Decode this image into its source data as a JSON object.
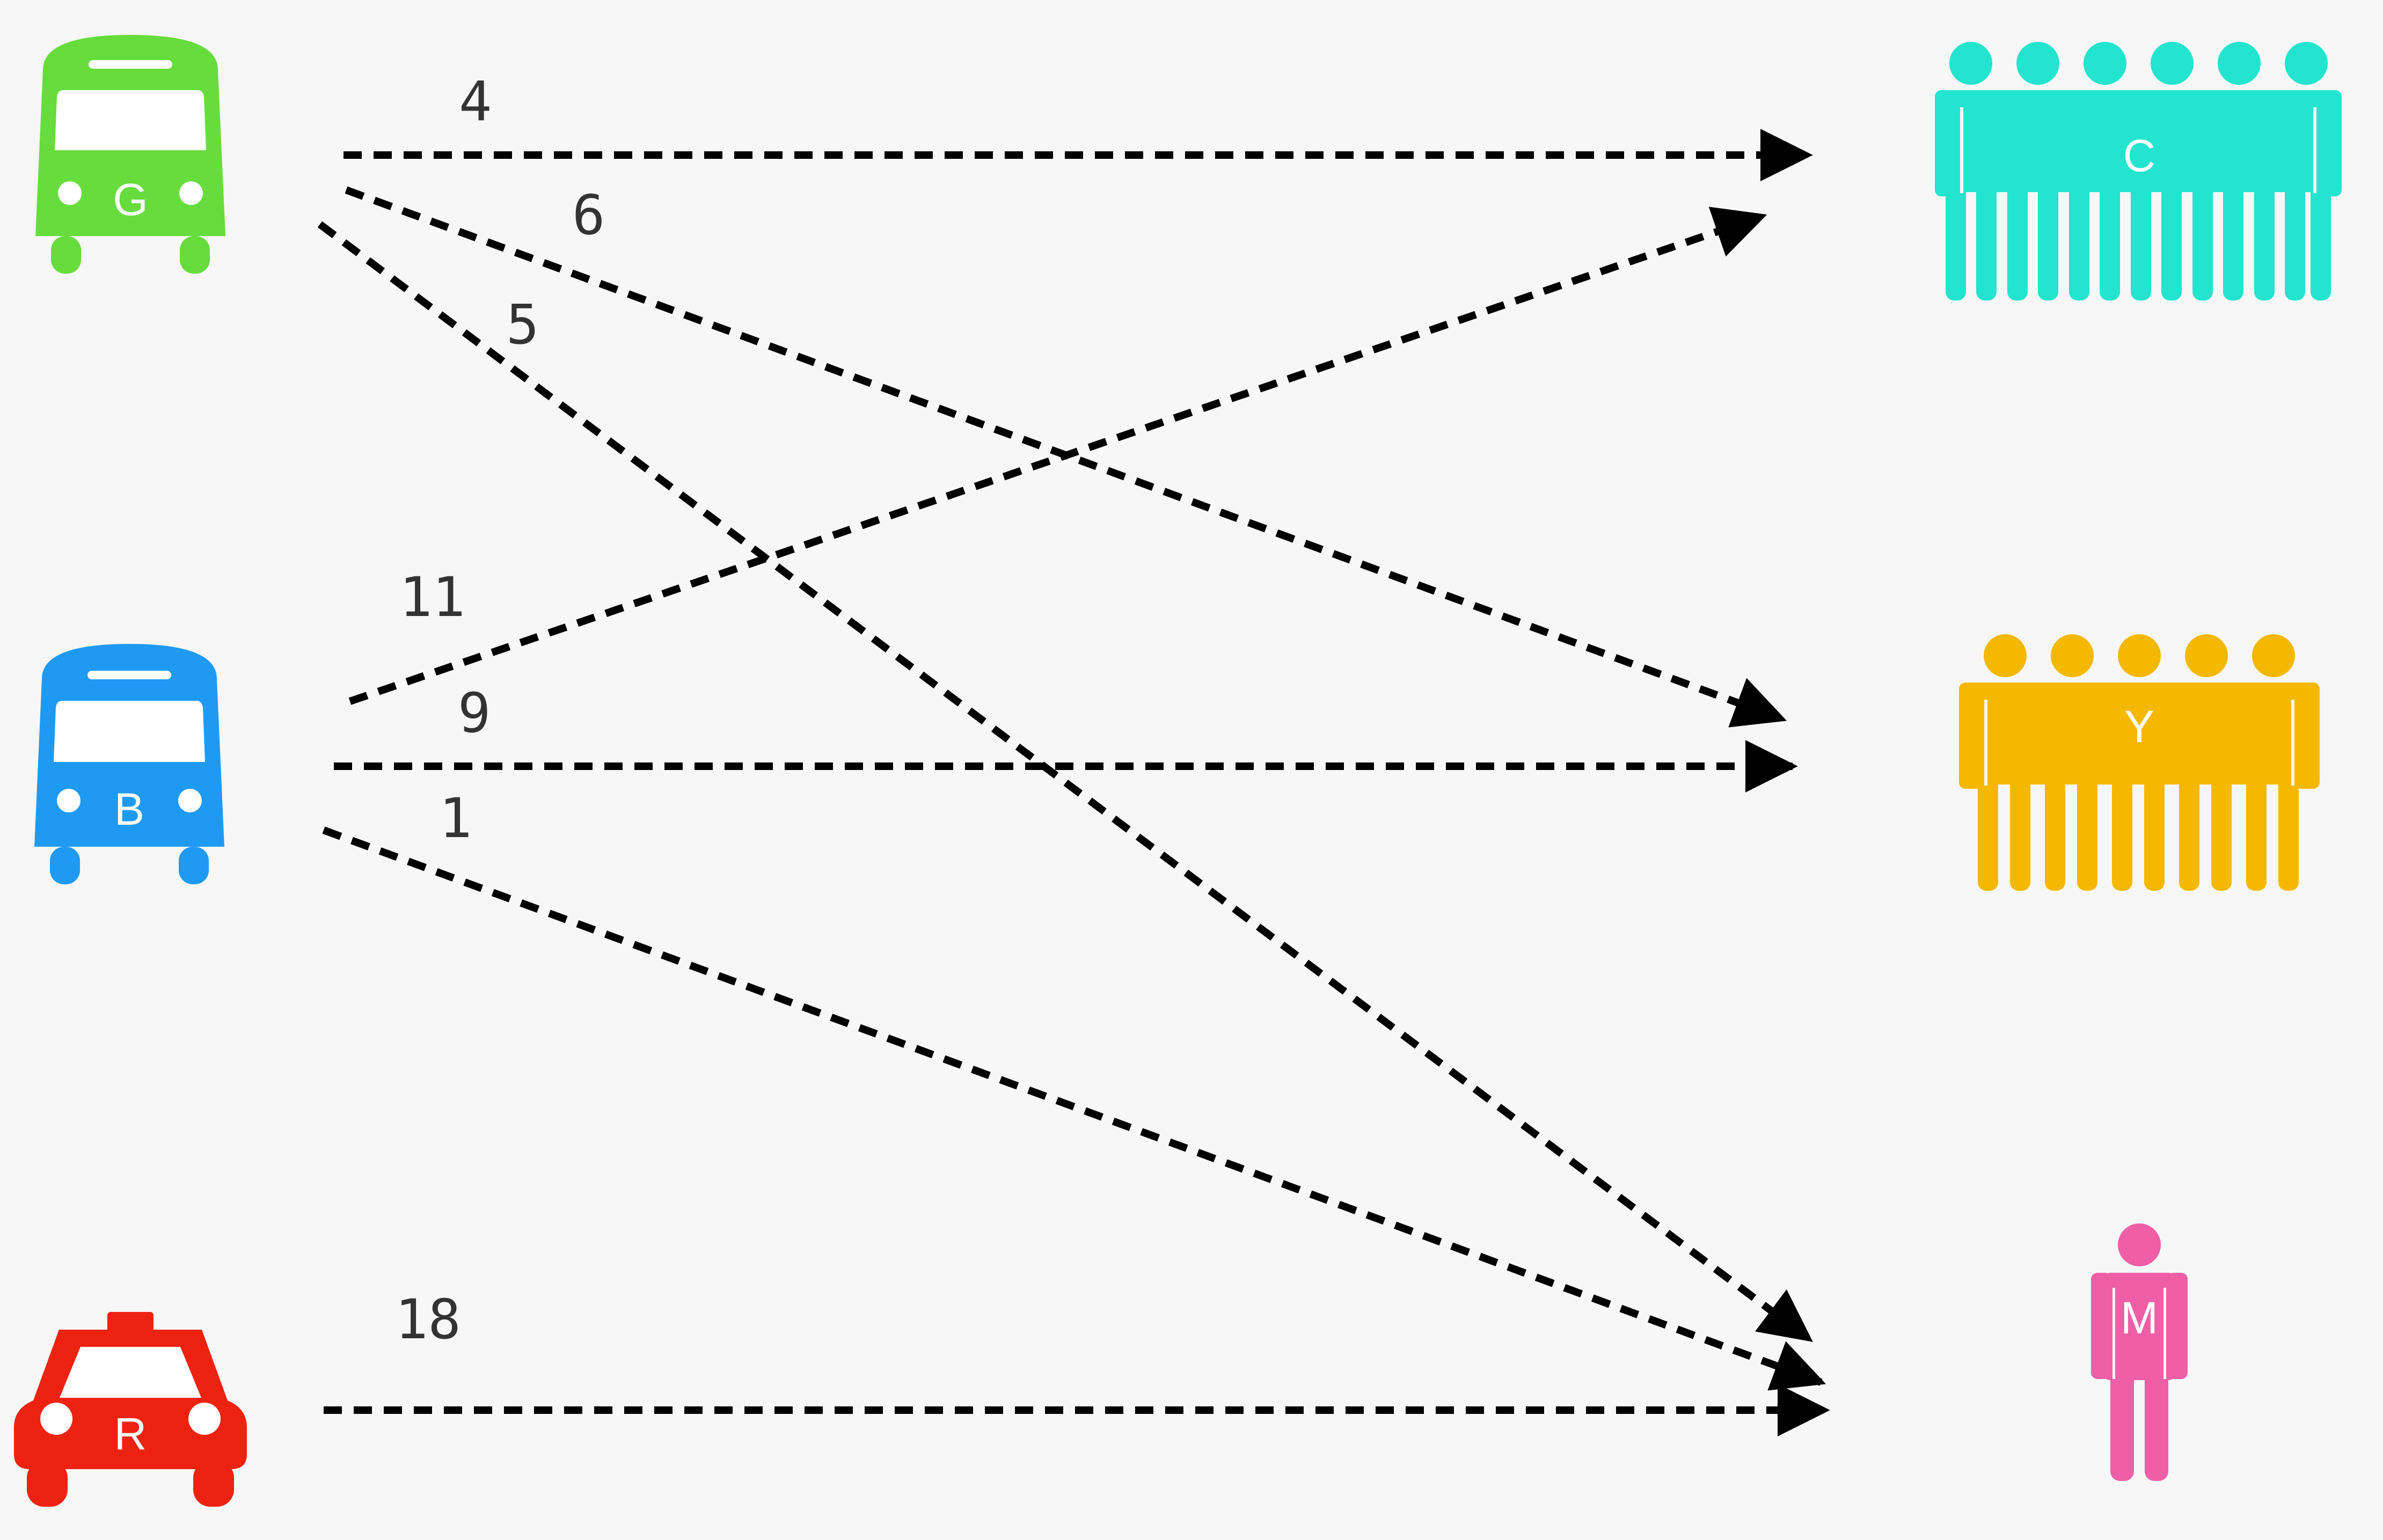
{
  "diagram": {
    "sources": [
      {
        "id": "G",
        "label": "G",
        "kind": "bus",
        "color": "#66dd3c"
      },
      {
        "id": "B",
        "label": "B",
        "kind": "bus",
        "color": "#1f9af2"
      },
      {
        "id": "R",
        "label": "R",
        "kind": "taxi",
        "color": "#ee2211"
      }
    ],
    "targets": [
      {
        "id": "C",
        "label": "C",
        "kind": "group",
        "people": 6,
        "color": "#22e4cf"
      },
      {
        "id": "Y",
        "label": "Y",
        "kind": "group",
        "people": 5,
        "color": "#f5b800"
      },
      {
        "id": "M",
        "label": "M",
        "kind": "person",
        "people": 1,
        "color": "#ee5fa8"
      }
    ],
    "edges": [
      {
        "from": "G",
        "to": "C",
        "label": "4"
      },
      {
        "from": "G",
        "to": "Y",
        "label": "6"
      },
      {
        "from": "G",
        "to": "M",
        "label": "5"
      },
      {
        "from": "B",
        "to": "C",
        "label": "11"
      },
      {
        "from": "B",
        "to": "Y",
        "label": "9"
      },
      {
        "from": "B",
        "to": "M",
        "label": "1"
      },
      {
        "from": "R",
        "to": "M",
        "label": "18"
      }
    ],
    "line_color": "#000000",
    "label_color": "#333333"
  }
}
